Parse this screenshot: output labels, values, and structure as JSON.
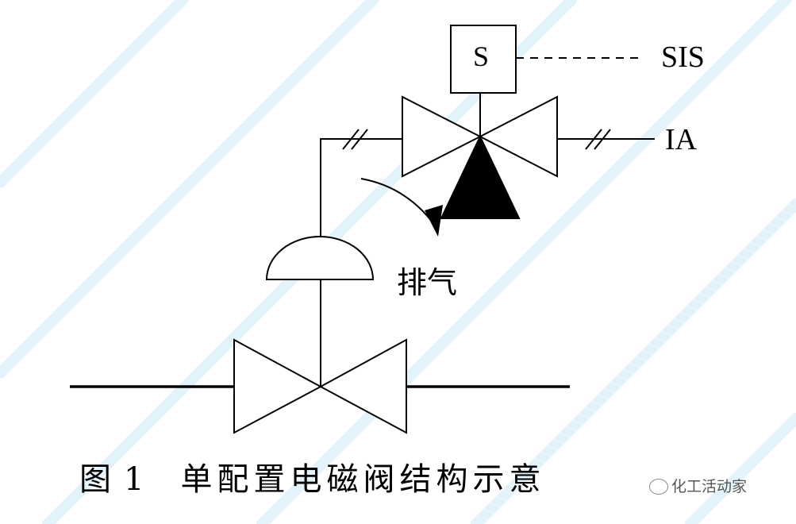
{
  "watermark": "化工活动家",
  "labels": {
    "solenoid": "S",
    "sis": "SIS",
    "ia": "IA",
    "exhaust": "排气"
  },
  "caption": {
    "figure": "图",
    "number": "1",
    "title": "单配置电磁阀结构示意"
  },
  "brand": {
    "icon": "wechat-icon",
    "name": "化工活动家"
  }
}
